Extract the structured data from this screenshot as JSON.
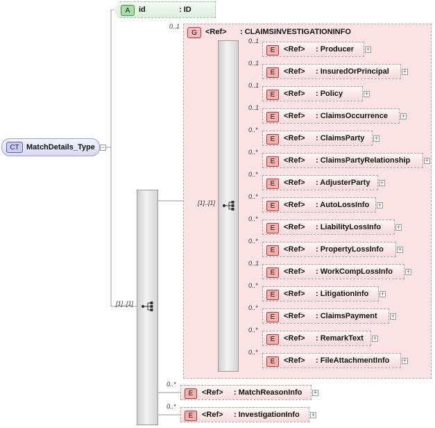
{
  "complex_type": {
    "badge": "CT",
    "name": "MatchDetails_Type"
  },
  "attribute": {
    "badge": "A",
    "name": "id",
    "type": ": ID"
  },
  "outer_sequence": {
    "cardinality": "[1]..[1]"
  },
  "group": {
    "badge": "G",
    "ref": "<Ref>",
    "name": ": CLAIMSINVESTIGATIONINFO",
    "cardinality": "0..1",
    "sequence_cardinality": "[1]..[1]",
    "elements": [
      {
        "badge": "E",
        "ref": "<Ref>",
        "name": ": Producer",
        "cardinality": "0..1"
      },
      {
        "badge": "E",
        "ref": "<Ref>",
        "name": ": InsuredOrPrincipal",
        "cardinality": "0..1"
      },
      {
        "badge": "E",
        "ref": "<Ref>",
        "name": ": Policy",
        "cardinality": "0..1"
      },
      {
        "badge": "E",
        "ref": "<Ref>",
        "name": ": ClaimsOccurrence",
        "cardinality": "0..1"
      },
      {
        "badge": "E",
        "ref": "<Ref>",
        "name": ": ClaimsParty",
        "cardinality": "0..*"
      },
      {
        "badge": "E",
        "ref": "<Ref>",
        "name": ": ClaimsPartyRelationship",
        "cardinality": "0..*"
      },
      {
        "badge": "E",
        "ref": "<Ref>",
        "name": ": AdjusterParty",
        "cardinality": "0..*"
      },
      {
        "badge": "E",
        "ref": "<Ref>",
        "name": ": AutoLossInfo",
        "cardinality": "0..*"
      },
      {
        "badge": "E",
        "ref": "<Ref>",
        "name": ": LiabilityLossInfo",
        "cardinality": "0..*"
      },
      {
        "badge": "E",
        "ref": "<Ref>",
        "name": ": PropertyLossInfo",
        "cardinality": "0..*"
      },
      {
        "badge": "E",
        "ref": "<Ref>",
        "name": ": WorkCompLossInfo",
        "cardinality": "0..1"
      },
      {
        "badge": "E",
        "ref": "<Ref>",
        "name": ": LitigationInfo",
        "cardinality": "0..*"
      },
      {
        "badge": "E",
        "ref": "<Ref>",
        "name": ": ClaimsPayment",
        "cardinality": "0..*"
      },
      {
        "badge": "E",
        "ref": "<Ref>",
        "name": ": RemarkText",
        "cardinality": "0..*"
      },
      {
        "badge": "E",
        "ref": "<Ref>",
        "name": ": FileAttachmentInfo",
        "cardinality": "0..*"
      }
    ]
  },
  "outer_elements": [
    {
      "badge": "E",
      "ref": "<Ref>",
      "name": ": MatchReasonInfo",
      "cardinality": "0..*"
    },
    {
      "badge": "E",
      "ref": "<Ref>",
      "name": ": InvestigationInfo",
      "cardinality": "0..*"
    }
  ]
}
